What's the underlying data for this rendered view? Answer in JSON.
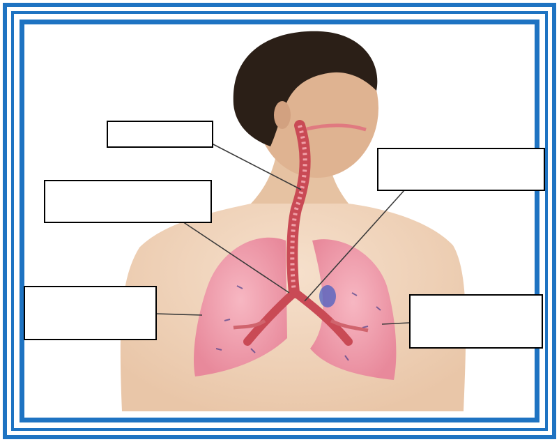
{
  "diagram": {
    "subject": "respiratory-system",
    "labels": [
      {
        "id": "top-left",
        "text": ""
      },
      {
        "id": "top-right",
        "text": ""
      },
      {
        "id": "middle-left",
        "text": ""
      },
      {
        "id": "lower-left",
        "text": ""
      },
      {
        "id": "lower-right",
        "text": ""
      }
    ]
  },
  "colors": {
    "frame": "#1e73c2",
    "lung": "#f2a3b0",
    "airway": "#c94a55",
    "skin": "#efd2b8"
  }
}
